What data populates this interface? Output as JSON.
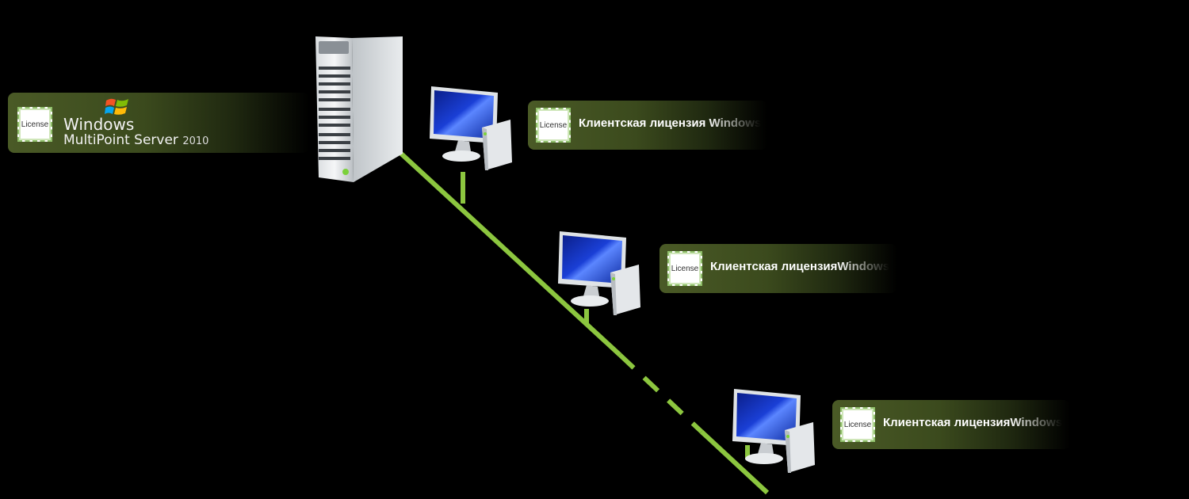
{
  "server": {
    "license_label": "License",
    "product_line1": "Windows",
    "product_line2": "MultiPoint Server",
    "product_year": "2010"
  },
  "clients": [
    {
      "license_label": "License",
      "text": "Клиентская лицензия Windows"
    },
    {
      "license_label": "License",
      "text": "Клиентская лицензияWindows"
    },
    {
      "license_label": "License",
      "text": "Клиентская лицензияWindows"
    }
  ],
  "colors": {
    "background": "#000000",
    "banner_green": "#4a5a26",
    "cable_green": "#8cc63f",
    "screen_blue": "#1a3fd6"
  },
  "icons": [
    "windows-logo-icon",
    "server-tower-icon",
    "computer-icon",
    "license-certificate-icon"
  ]
}
